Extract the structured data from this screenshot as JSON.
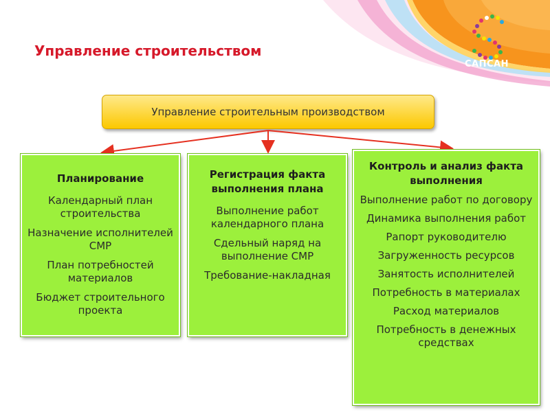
{
  "title": "Управление строительством",
  "logo": {
    "text": "САПСАН",
    "icon": "dotted-s-logo"
  },
  "colors": {
    "title": "#d6192a",
    "top_box": "#fcc800",
    "cards": "#9cf03c",
    "arrows": "#e53020",
    "swoosh_orange": "#f7941d"
  },
  "top_box": {
    "label": "Управление строительным производством"
  },
  "cards": [
    {
      "heading": "Планирование",
      "items": [
        "Календарный план строительства",
        "Назначение исполнителей СМР",
        "План потребностей материалов",
        "Бюджет строительного проекта"
      ]
    },
    {
      "heading": "Регистрация факта выполнения плана",
      "items": [
        "Выполнение работ календарного плана",
        "Сдельный наряд на выполнение СМР",
        "Требование-накладная"
      ]
    },
    {
      "heading": "Контроль и анализ факта выполнения",
      "items": [
        "Выполнение работ по договору",
        "Динамика выполнения работ",
        "Рапорт руководителю",
        "Загруженность ресурсов",
        "Занятость исполнителей",
        "Потребность в материалах",
        "Расход материалов",
        "Потребность в денежных средствах"
      ]
    }
  ]
}
